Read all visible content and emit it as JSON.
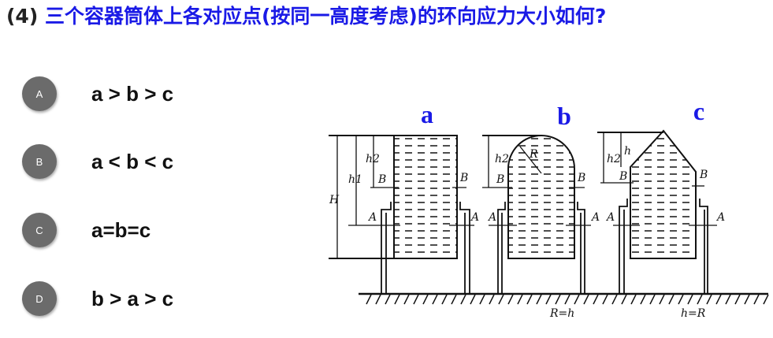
{
  "question": {
    "number": "(4)",
    "text": "三个容器筒体上各对应点(按同一高度考虑)的环向应力大小如何?"
  },
  "options": [
    {
      "letter": "A",
      "text": "a > b > c"
    },
    {
      "letter": "B",
      "text": "a < b < c"
    },
    {
      "letter": "C",
      "text": "a=b=c"
    },
    {
      "letter": "D",
      "text": "b > a > c"
    }
  ],
  "diagram": {
    "container_labels": [
      "a",
      "b",
      "c"
    ],
    "dimension_labels": {
      "H": "H",
      "h1": "h1",
      "h2": "h2",
      "h": "h",
      "R": "R",
      "B": "B",
      "A": "A"
    },
    "notes": {
      "b": "R=h",
      "c": "h=R"
    }
  },
  "colors": {
    "accent": "#1a1ae6",
    "option_circle": "#6b6b6b"
  }
}
